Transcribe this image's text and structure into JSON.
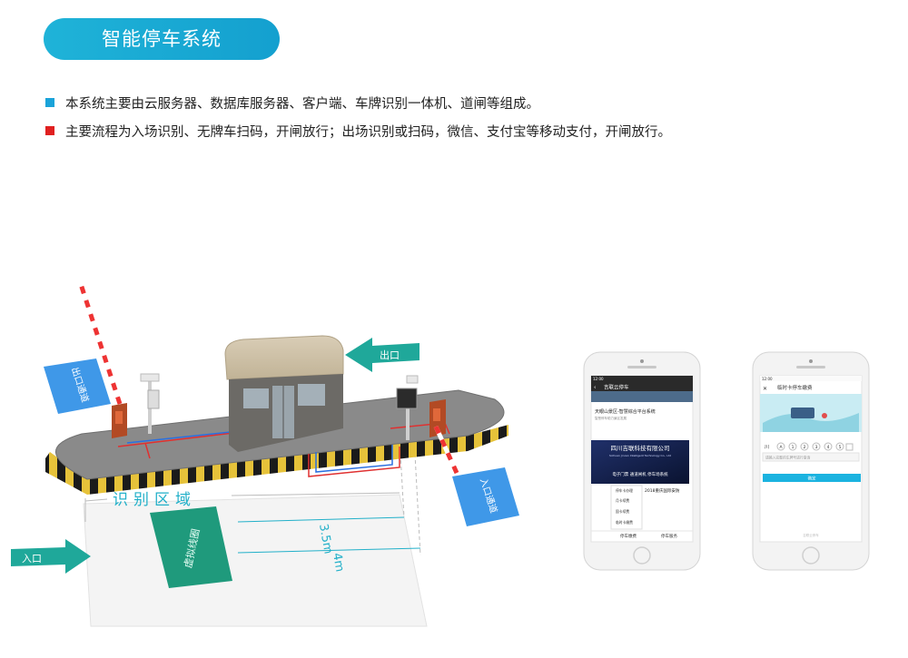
{
  "title": "智能停车系统",
  "bullets": [
    {
      "text": "本系统主要由云服务器、数据库服务器、客户端、车牌识别一体机、道闸等组成。",
      "color": "#1aa3d9"
    },
    {
      "text": "主要流程为入场识别、无牌车扫码，开闸放行；出场识别或扫码，微信、支付宝等移动支付，开闸放行。",
      "color": "#e02020"
    }
  ],
  "diagram": {
    "recognition_zone": "识别区域",
    "virtual_coil": "虚拟线圈",
    "dist_short": "3.5m",
    "dist_long": "4m",
    "arrow_in": "入口",
    "arrow_out": "出口",
    "sign_left": "出口通道",
    "sign_right": "入口通道"
  },
  "phone_left": {
    "status_time": "12:00",
    "header": "吉联云停车",
    "banner_title": "天眼山景区-智慧综合平台系统",
    "banner_sub": "智慧停车助力景区发展",
    "company_cn": "四川吉联科技有限公司",
    "company_en": "Sichuan Ji Lian Intelligent Technology Co., Ltd",
    "slogan": "电子门票 通道闸机 停车场系统",
    "news_title": "2018重庆国际安防",
    "menu_items": [
      "停车卡办理",
      "月卡续费",
      "固卡续费",
      "临时卡缴费"
    ],
    "nav_tabs": [
      "停车缴费",
      "停车服务"
    ]
  },
  "phone_right": {
    "status_time": "12:00",
    "header": "临时卡停车缴费",
    "plate_prefix": "川",
    "plate_chars": [
      "A",
      "1",
      "2",
      "3",
      "4",
      "5"
    ],
    "input_placeholder": "请输入完整的车牌号进行查询",
    "button": "确定",
    "footer": "吉联云停车"
  }
}
